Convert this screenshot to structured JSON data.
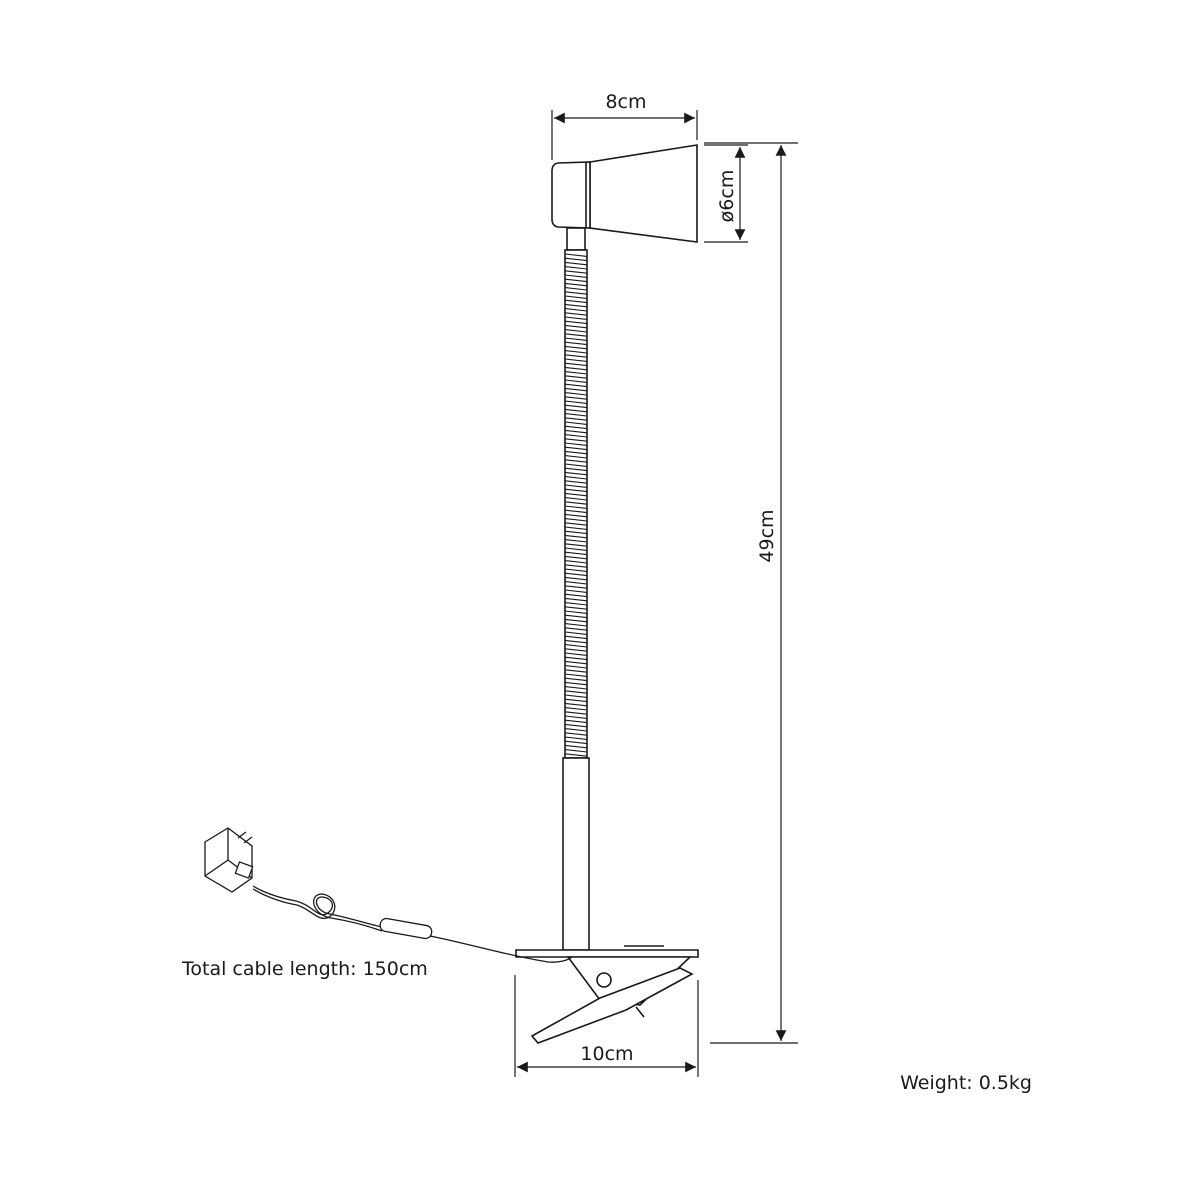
{
  "dimensions": {
    "head_width": "8cm",
    "head_diameter": "ø6cm",
    "total_height": "49cm",
    "clip_width": "10cm"
  },
  "notes": {
    "cable": "Total cable length: 150cm",
    "weight": "Weight: 0.5kg"
  },
  "colors": {
    "line": "#1a1a1a",
    "background": "#ffffff"
  }
}
